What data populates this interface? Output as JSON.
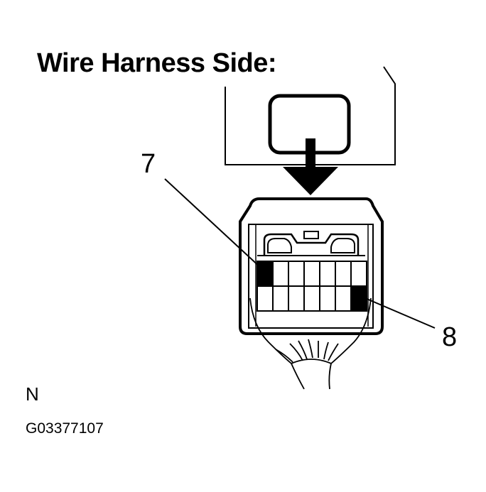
{
  "title": "Wire Harness Side:",
  "callouts": {
    "pin_top_left": "7",
    "pin_bottom_right": "8"
  },
  "view_mark": "N",
  "figure_code": "G03377107",
  "connector": {
    "rows": 2,
    "cols": 7,
    "highlighted_pins": [
      "7",
      "8"
    ]
  },
  "colors": {
    "ink": "#000000",
    "paper": "#ffffff"
  }
}
